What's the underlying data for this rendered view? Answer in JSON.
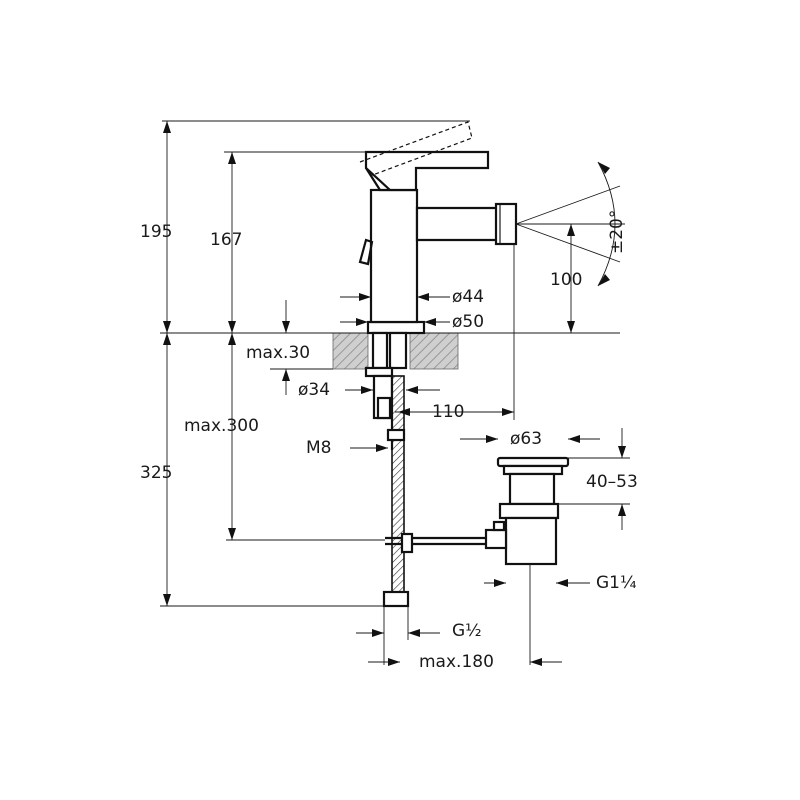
{
  "dimensions": {
    "total_height": "195",
    "spout_height": "167",
    "spray_angle": "±20°",
    "spray_height": "100",
    "body_diameter": "ø44",
    "base_diameter": "ø50",
    "max_deck_thickness": "max.30",
    "hole_diameter": "ø34",
    "spout_reach": "110",
    "max_hose_length": "max.300",
    "stud_thread": "M8",
    "below_deck_height": "325",
    "waste_diameter": "ø63",
    "waste_range": "40–53",
    "waste_thread": "G1¼",
    "supply_thread": "G½",
    "max_waste_offset": "max.180"
  }
}
